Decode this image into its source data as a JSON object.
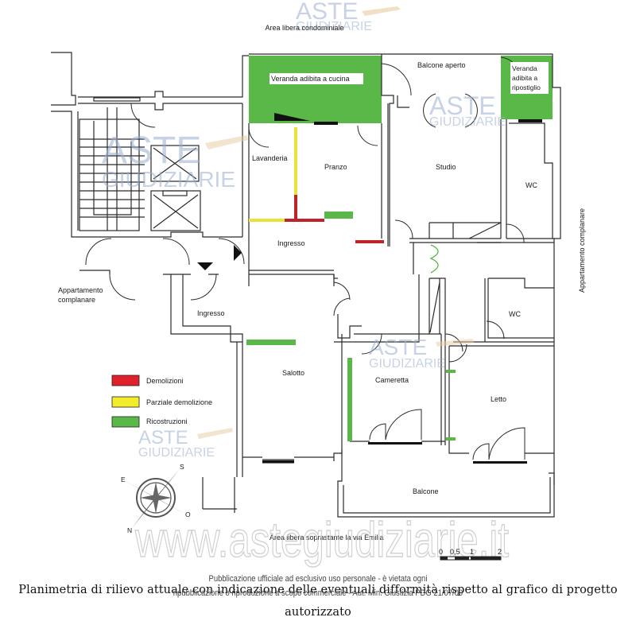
{
  "title": "Planimetria di rilievo attuale con indicazione delle eventuali difformità rispetto al grafico di progetto",
  "title_line2": "autorizzato",
  "notice_line1": "Pubblicazione ufficiale ad esclusivo uso personale - è vietata ogni",
  "notice_line2": "ripubblicazione o riproduzione a scopo commerciale - Aut. Min. Giustizia PDG 21/07/09",
  "watermark": {
    "logo_top": "ASTE",
    "logo_bottom": "GIUDIZIARIE",
    "url": "www.astegiudiziarie.it"
  },
  "surroundings": {
    "top": "Area libera condominiale",
    "bottom": "Area libera soprastante la via Emilia",
    "left_line1": "Appartamento",
    "left_line2": "complanare",
    "right": "Appartamento complanare"
  },
  "rooms": {
    "veranda_cucina": "Veranda adibita a cucina",
    "balcone_aperto": "Balcone aperto",
    "veranda_ripostiglio_1": "Veranda",
    "veranda_ripostiglio_2": "adibita a",
    "veranda_ripostiglio_3": "ripostiglio",
    "lavanderia": "Lavanderia",
    "pranzo": "Pranzo",
    "studio": "Studio",
    "wc_1": "WC",
    "ingresso_1": "Ingresso",
    "ingresso_2": "Ingresso",
    "wc_2": "WC",
    "salotto": "Salotto",
    "cameretta": "Cameretta",
    "letto": "Letto",
    "balcone": "Balcone"
  },
  "legend": {
    "items": [
      {
        "label": "Demolizioni",
        "color": "#e0202a"
      },
      {
        "label": "Parziale demolizione",
        "color": "#f2ec2a"
      },
      {
        "label": "Ricostruzioni",
        "color": "#5ab848"
      }
    ]
  },
  "colors": {
    "demolition": "#c0222a",
    "partial": "#e8e23a",
    "reconstruction": "#5ab848"
  },
  "scale_bar": {
    "ticks": [
      "0",
      "0,5",
      "1",
      "2"
    ]
  },
  "compass": {
    "letters": [
      "S",
      "O",
      "N",
      "E"
    ]
  }
}
